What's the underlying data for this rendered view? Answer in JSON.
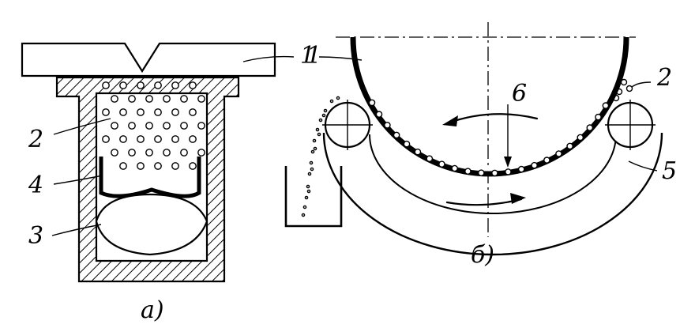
{
  "figure_a": {
    "caption": "а)",
    "labels": {
      "punch": "1",
      "powder": "2",
      "elastic_bag": "3",
      "holder": "4"
    }
  },
  "figure_b": {
    "caption": "б)",
    "labels": {
      "drum": "1",
      "powder": "2",
      "belt": "5",
      "feed": "6"
    }
  },
  "colors": {
    "ink": "#000000",
    "background": "#ffffff"
  }
}
